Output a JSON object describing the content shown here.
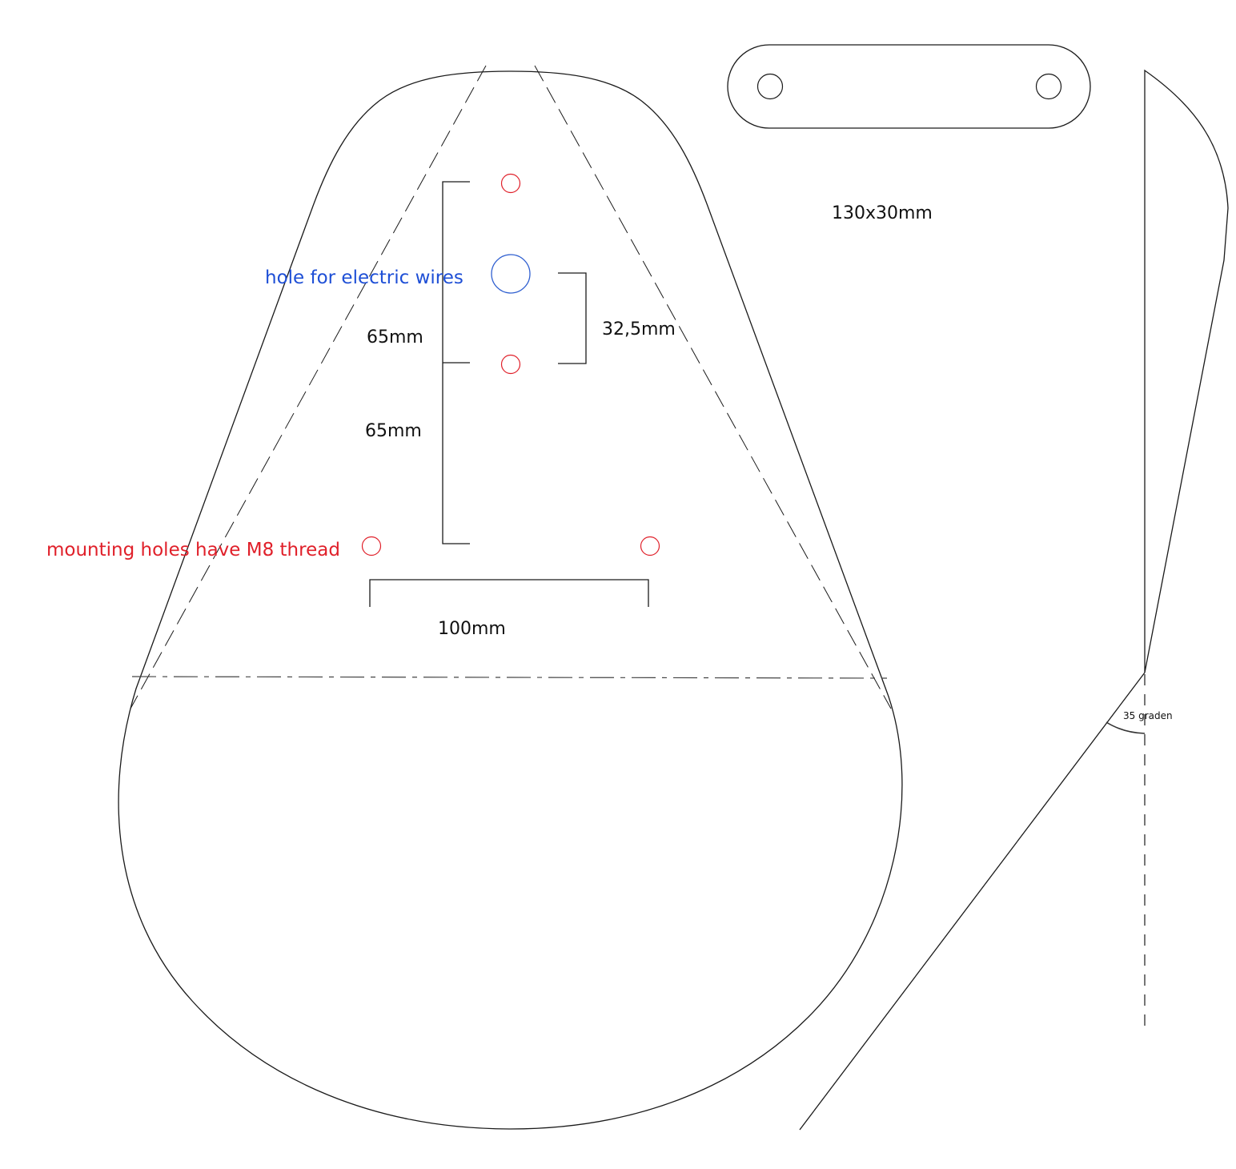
{
  "labels": {
    "hole_note": "hole for electric wires",
    "mount_note": "mounting holes have M8 thread",
    "dim_65_upper": "65mm",
    "dim_65_lower": "65mm",
    "dim_32_5": "32,5mm",
    "dim_100": "100mm",
    "bracket_size": "130x30mm",
    "angle": "35 graden"
  },
  "colors": {
    "outline": "#1a1a1a",
    "mounting_hole": "#e0202a",
    "wire_hole": "#2f5fd0",
    "red_text": "#e0202a",
    "blue_text": "#1e4fd6"
  }
}
